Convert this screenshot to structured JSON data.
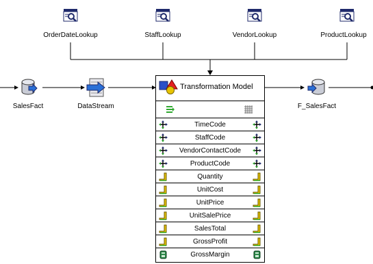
{
  "lookups": [
    {
      "label": "OrderDateLookup",
      "icon": "lookup-icon"
    },
    {
      "label": "StaffLookup",
      "icon": "lookup-icon"
    },
    {
      "label": "VendorLookup",
      "icon": "lookup-icon"
    },
    {
      "label": "ProductLookup",
      "icon": "lookup-icon"
    }
  ],
  "flow": {
    "source": {
      "label": "SalesFact",
      "icon": "database-cylinder-icon"
    },
    "stream": {
      "label": "DataStream",
      "icon": "data-stream-icon"
    },
    "target": {
      "label": "F_SalesFact",
      "icon": "database-cylinder-icon"
    }
  },
  "transformation": {
    "title": "Transformation Model",
    "rows": [
      {
        "label": "TimeCode",
        "icon": "key-arrows-icon"
      },
      {
        "label": "StaffCode",
        "icon": "key-arrows-icon"
      },
      {
        "label": "VendorContactCode",
        "icon": "key-arrows-icon"
      },
      {
        "label": "ProductCode",
        "icon": "key-arrows-icon"
      },
      {
        "label": "Quantity",
        "icon": "measure-icon"
      },
      {
        "label": "UnitCost",
        "icon": "measure-icon"
      },
      {
        "label": "UnitPrice",
        "icon": "measure-icon"
      },
      {
        "label": "UnitSalePrice",
        "icon": "measure-icon"
      },
      {
        "label": "SalesTotal",
        "icon": "measure-icon"
      },
      {
        "label": "GrossProfit",
        "icon": "measure-icon"
      },
      {
        "label": "GrossMargin",
        "icon": "calculated-measure-icon"
      }
    ]
  },
  "colors": {
    "wire": "#000000",
    "toolbar_green": "#2fa82f",
    "icon_navy": "#1f2a6b",
    "icon_blue": "#2a6fd6",
    "icon_yellow": "#e8c400"
  }
}
